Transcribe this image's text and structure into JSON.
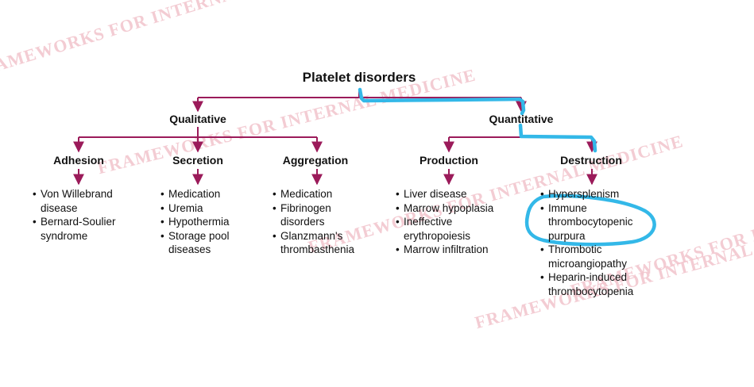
{
  "watermark": "FRAMEWORKS FOR INTERNAL MEDICINE",
  "colors": {
    "connector": "#9b1b5a",
    "highlight": "#33b8e8",
    "watermark": "#f2c4cc"
  },
  "title": "Platelet disorders",
  "qualitative": {
    "label": "Qualitative",
    "adhesion": {
      "label": "Adhesion",
      "items": [
        [
          "Von Willebrand",
          "disease"
        ],
        [
          "Bernard-Soulier",
          "syndrome"
        ]
      ]
    },
    "secretion": {
      "label": "Secretion",
      "items": [
        [
          "Medication"
        ],
        [
          "Uremia"
        ],
        [
          "Hypothermia"
        ],
        [
          "Storage pool",
          "diseases"
        ]
      ]
    },
    "aggregation": {
      "label": "Aggregation",
      "items": [
        [
          "Medication"
        ],
        [
          "Fibrinogen",
          "disorders"
        ],
        [
          "Glanzmann's",
          "thrombasthenia"
        ]
      ]
    }
  },
  "quantitative": {
    "label": "Quantitative",
    "production": {
      "label": "Production",
      "items": [
        [
          "Liver disease"
        ],
        [
          "Marrow hypoplasia"
        ],
        [
          "Ineffective",
          "erythropoiesis"
        ],
        [
          "Marrow infiltration"
        ]
      ]
    },
    "destruction": {
      "label": "Destruction",
      "items": [
        [
          "Hypersplenism"
        ],
        [
          "Immune",
          "thrombocytopenic",
          "purpura"
        ],
        [
          "Thrombotic",
          "microangiopathy"
        ],
        [
          "Heparin-induced",
          "thrombocytopenia"
        ]
      ]
    }
  }
}
